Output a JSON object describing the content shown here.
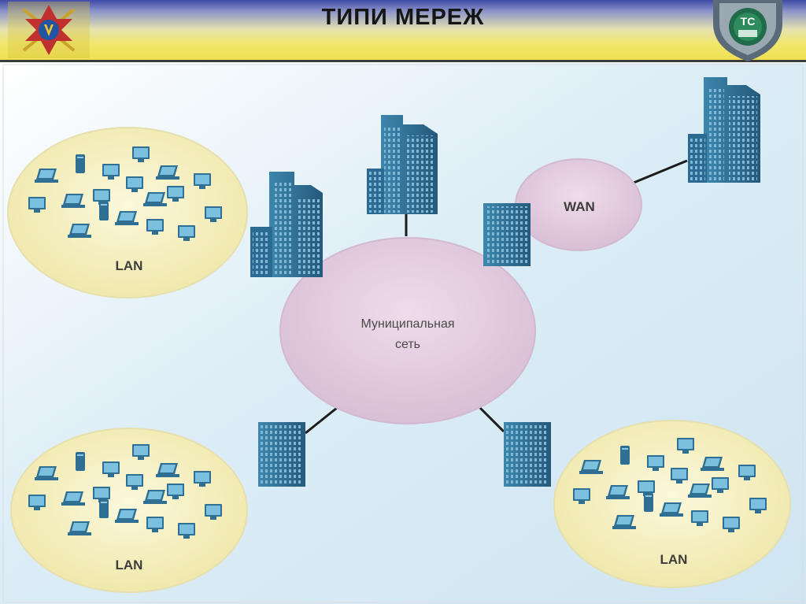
{
  "header": {
    "title": "ТИПИ МЕРЕЖ",
    "left_emblem": "armed-forces-emblem",
    "right_emblem": "ts-shield-emblem",
    "right_emblem_text": "ТС"
  },
  "diagram": {
    "lan_top_left": "LAN",
    "lan_bottom_left": "LAN",
    "lan_bottom_right": "LAN",
    "wan": "WAN",
    "municipal_line1": "Муниципальная",
    "municipal_line2": "сеть"
  },
  "colors": {
    "lan_fill": "#f5f1c4",
    "municipal_fill": "#e4cfe0",
    "wan_fill": "#e4cfe0",
    "building": "#2e6f95",
    "background": "#dfeef6"
  }
}
